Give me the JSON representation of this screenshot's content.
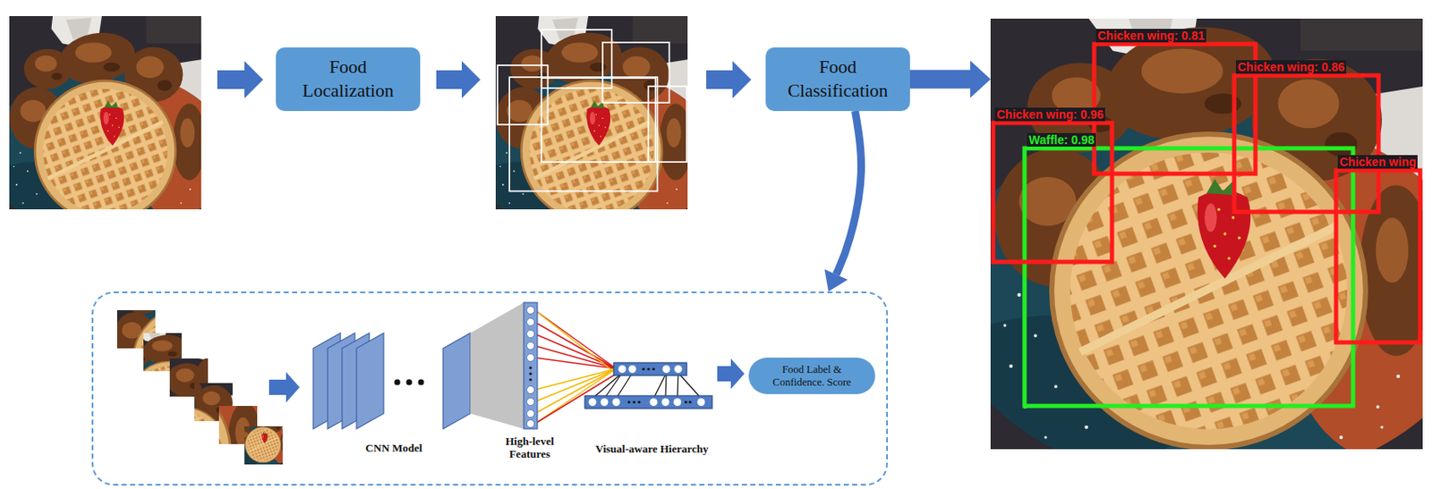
{
  "diagram": {
    "nodes": [
      {
        "text": [
          "Food Localization"
        ]
      },
      {
        "text": [
          "Food Classification"
        ]
      },
      {
        "text": [
          "Chicken wing: 0.81",
          "Chicken wing: 0.86",
          "Chicken wing: 0.96",
          "Waffle: 0.98",
          "Chicken wing"
        ]
      },
      {
        "text": [
          "CNN Model",
          "High-level Features",
          "Visual-aware Hierarchy"
        ]
      },
      {
        "text": [
          "Food Label & Confidence. Score"
        ],
        "in": 3
      }
    ],
    "edges": [
      {
        "from": 1,
        "to": 2,
        "arrow": "to"
      },
      {
        "from": 1,
        "to": 3,
        "arrow": "to"
      }
    ]
  }
}
